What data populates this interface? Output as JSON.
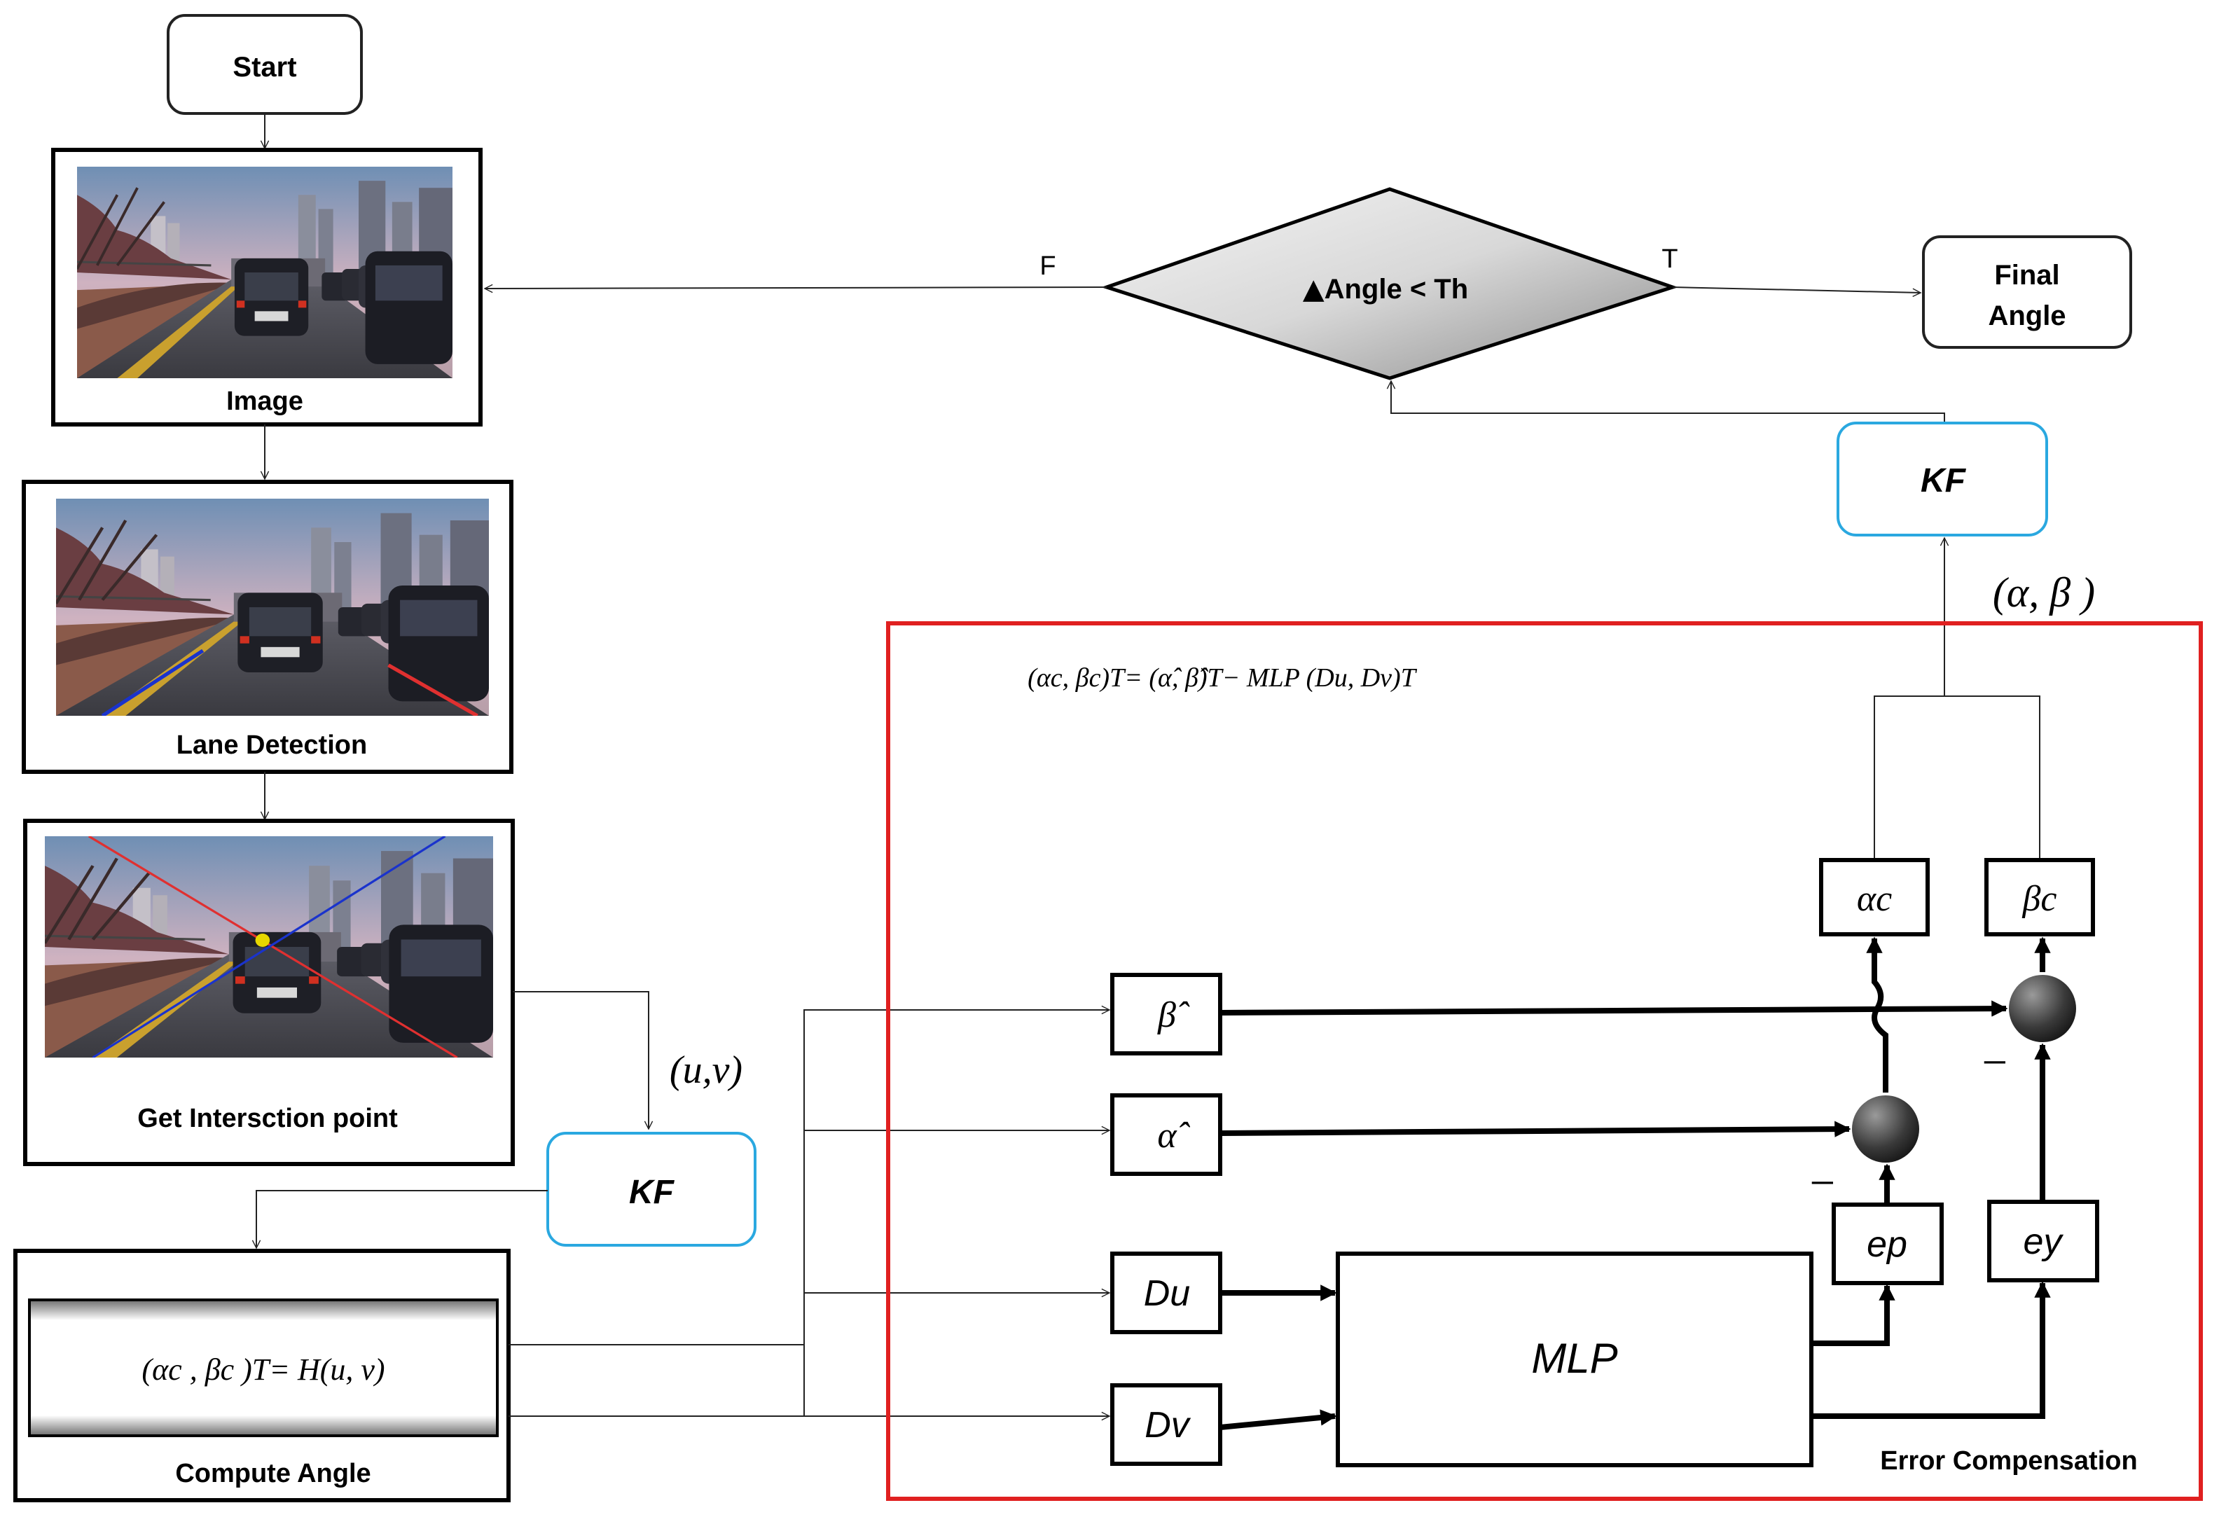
{
  "flow": {
    "start": "Start",
    "image_label": "Image",
    "lane_label": "Lane Detection",
    "intersection_label": "Get Intersction point",
    "compute_label": "Compute Angle",
    "compute_formula": "(αc , βc )T= H(u, v)",
    "kf_left": "KF",
    "uv_label": "(u,v)"
  },
  "decision": {
    "text": "Angle < Th",
    "false_label": "F",
    "true_label": "T",
    "final_line1": "Final",
    "final_line2": "Angle"
  },
  "kf_top": {
    "label": "KF",
    "output_label": "(α, β )"
  },
  "error_compensation": {
    "title": "Error Compensation",
    "formula": "(αc, βc)T= (α̂, β̂)T− MLP (Du, Dv)T",
    "beta_hat": "β̂",
    "alpha_hat": "α̂",
    "du": "Du",
    "dv": "Dv",
    "mlp": "MLP",
    "ep": "ep",
    "ey": "ey",
    "alpha_c": "αc",
    "beta_c": "βc",
    "minus": "_"
  },
  "colors": {
    "border_red": "#e02020",
    "kf_blue": "#2aa8e0",
    "lane_blue": "#1a33cc",
    "lane_red": "#e03030",
    "point_yellow": "#e8d800"
  }
}
